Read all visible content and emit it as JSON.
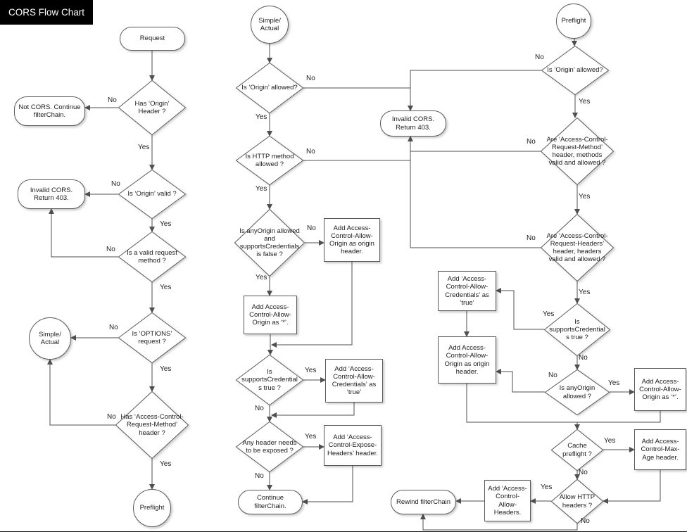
{
  "title": "CORS Flow Chart",
  "edge": {
    "yes": "Yes",
    "no": "No"
  },
  "nodes": {
    "c1_request": "Request",
    "c1_has_origin": "Has ‘Origin’ Header ?",
    "c1_not_cors": "Not CORS. Continue filterChain.",
    "c1_origin_valid": "Is ‘Origin’ valid ?",
    "c1_invalid_cors": "Invalid CORS. Return 403.",
    "c1_valid_method": "Is a valid request method ?",
    "c1_options": "Is ‘OPTIONS’ request ?",
    "c1_simple_actual": "Simple/ Actual",
    "c1_has_acrm": "Has ‘Access-Control-Request-Method’ header ?",
    "c1_preflight": "Preflight",
    "c2_simple_actual": "Simple/ Actual",
    "c2_origin_allowed": "Is ‘Origin’ allowed?",
    "c2_invalid_cors": "Invalid CORS. Return 403.",
    "c2_http_method": "Is HTTP method allowed ?",
    "c2_anyorigin_cred": "Is anyOrigin allowed and supportsCredentials is false ?",
    "c2_add_origin_header": "Add Access-Control-Allow-Origin as origin header.",
    "c2_add_star": "Add Access-Control-Allow-Origin as ‘*’.",
    "c2_supports_cred": "Is supportsCredentials true ?",
    "c2_add_cred": "Add ‘Access-Control-Allow-Credentials’ as ‘true’",
    "c2_any_header": "Any header needs to be exposed ?",
    "c2_add_expose": "Add ‘Access-Control-Expose-Headers’ header.",
    "c2_continue": "Continue filterChain.",
    "c3_preflight": "Preflight",
    "c3_origin_allowed": "Is ‘Origin’ allowed?",
    "c3_acrm": "Are ‘Access-Control-Request-Method’ header, methods  valid and allowed ?",
    "c3_acrh": "Are ‘Access-Control-Request-Headers’ header, headers valid and allowed ?",
    "c3_supports_cred": "Is supportsCredentials true ?",
    "c3_add_cred": "Add ‘Access-Control-Allow-Credentials’ as ‘true’",
    "c3_add_origin_header": "Add Access-Control-Allow-Origin as origin header.",
    "c3_anyorigin": "Is anyOrigin allowed ?",
    "c3_add_star": "Add Access-Control-Allow-Origin as ‘*’.",
    "c3_cache": "Cache preflight ?",
    "c3_max_age": "Add Access-Control-Max-Age header.",
    "c3_allow_http": "Allow HTTP headers ?",
    "c3_add_allow_headers": "Add ‘Access-Control-Allow-Headers.",
    "c3_rewind": "Rewind filterChain"
  }
}
